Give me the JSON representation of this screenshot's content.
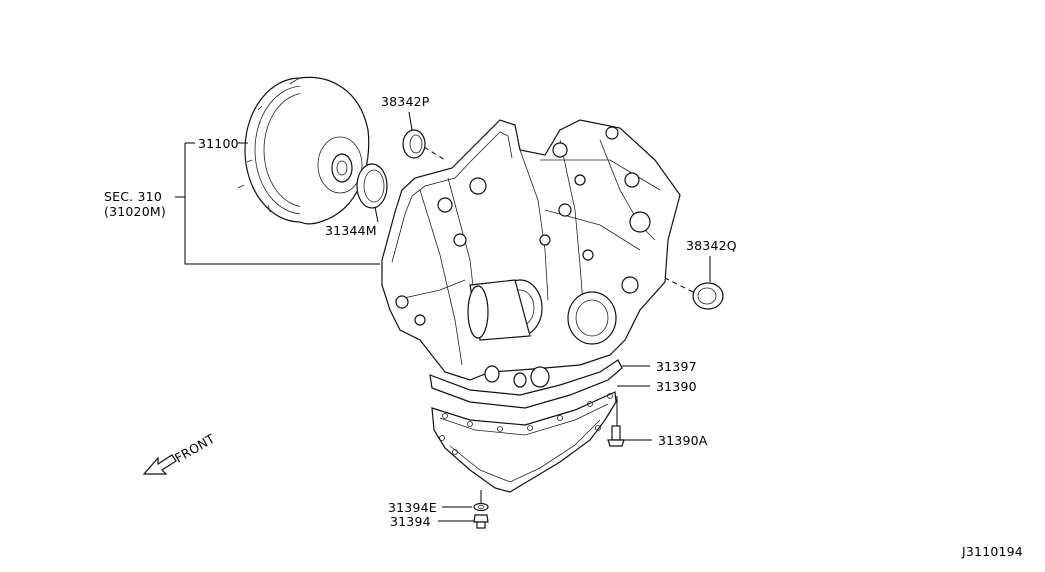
{
  "diagram": {
    "labels": {
      "torque_converter": "31100",
      "sec_ref_line1": "SEC. 310",
      "sec_ref_line2": "(31020M)",
      "seal_31344m": "31344M",
      "seal_38342p": "38342P",
      "seal_38342q": "38342Q",
      "gasket_31397": "31397",
      "oil_pan_31390": "31390",
      "bolt_31390a": "31390A",
      "washer_31394e": "31394E",
      "drain_plug_31394": "31394",
      "front_arrow": "FRONT",
      "diagram_id": "J3110194"
    }
  }
}
